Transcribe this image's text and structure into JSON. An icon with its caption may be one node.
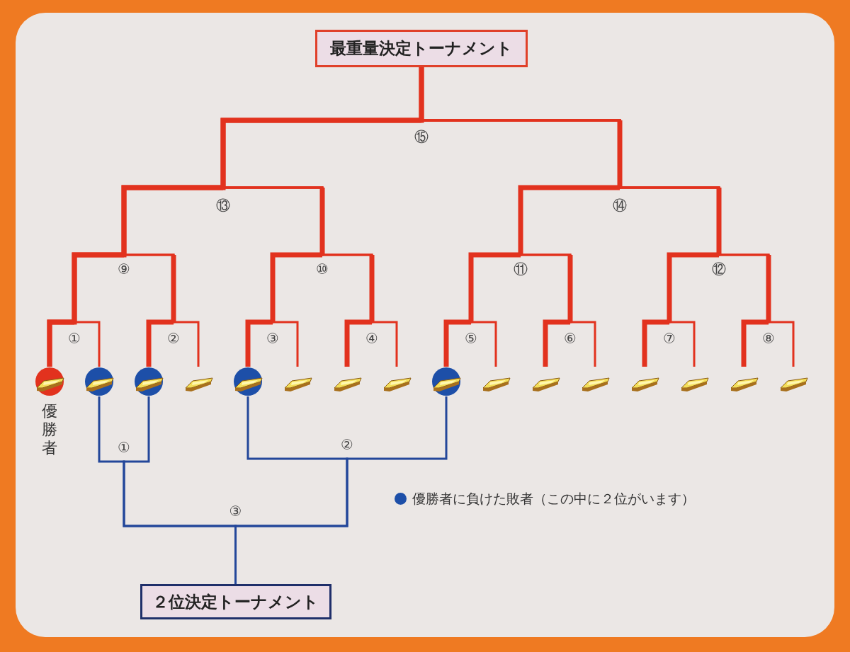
{
  "diagram": {
    "nodes": [
      {
        "text": [
          "最重量決定トーナメント"
        ]
      },
      {
        "text": [],
        "shape": "bar",
        "beside": [
          "優勝者"
        ]
      },
      {
        "text": [],
        "shape": "bar"
      },
      {
        "text": [],
        "shape": "bar"
      },
      {
        "text": [],
        "shape": "bar"
      },
      {
        "text": [],
        "shape": "bar"
      },
      {
        "text": [],
        "shape": "bar"
      },
      {
        "text": [],
        "shape": "bar"
      },
      {
        "text": [],
        "shape": "bar"
      },
      {
        "text": [],
        "shape": "bar"
      },
      {
        "text": [],
        "shape": "bar"
      },
      {
        "text": [],
        "shape": "bar"
      },
      {
        "text": [],
        "shape": "bar"
      },
      {
        "text": [],
        "shape": "bar"
      },
      {
        "text": [],
        "shape": "bar"
      },
      {
        "text": [],
        "shape": "bar"
      },
      {
        "text": [],
        "shape": "bar"
      },
      {
        "text": [
          "２位決定トーナメント"
        ]
      }
    ],
    "edges": [
      {
        "from": 1,
        "to": 0,
        "arrow": "none",
        "style": "thick"
      },
      {
        "from": 2,
        "to": 0,
        "arrow": "none"
      },
      {
        "from": 3,
        "to": 0,
        "arrow": "none"
      },
      {
        "from": 4,
        "to": 0,
        "arrow": "none"
      },
      {
        "from": 5,
        "to": 0,
        "arrow": "none"
      },
      {
        "from": 6,
        "to": 0,
        "arrow": "none"
      },
      {
        "from": 7,
        "to": 0,
        "arrow": "none"
      },
      {
        "from": 8,
        "to": 0,
        "arrow": "none"
      },
      {
        "from": 9,
        "to": 0,
        "arrow": "none"
      },
      {
        "from": 10,
        "to": 0,
        "arrow": "none"
      },
      {
        "from": 11,
        "to": 0,
        "arrow": "none"
      },
      {
        "from": 12,
        "to": 0,
        "arrow": "none"
      },
      {
        "from": 13,
        "to": 0,
        "arrow": "none"
      },
      {
        "from": 14,
        "to": 0,
        "arrow": "none"
      },
      {
        "from": 15,
        "to": 0,
        "arrow": "none"
      },
      {
        "from": 16,
        "to": 0,
        "arrow": "none"
      },
      {
        "from": 2,
        "to": 17,
        "arrow": "none",
        "color": "#23479a"
      },
      {
        "from": 3,
        "to": 17,
        "arrow": "none",
        "color": "#23479a"
      },
      {
        "from": 5,
        "to": 17,
        "arrow": "none",
        "color": "#23479a"
      },
      {
        "from": 9,
        "to": 17,
        "arrow": "none",
        "color": "#23479a"
      }
    ],
    "labels": [
      "⑮",
      "⑬",
      "⑭",
      "⑨",
      "⑩",
      "⑪",
      "⑫",
      "①",
      "②",
      "③",
      "④",
      "⑤",
      "⑥",
      "⑦",
      "⑧",
      "①",
      "②",
      "③"
    ],
    "legend": [
      {
        "text": "優勝者に負けた敗者（この中に２位がいます）",
        "color": "#1d4fa8"
      }
    ]
  }
}
